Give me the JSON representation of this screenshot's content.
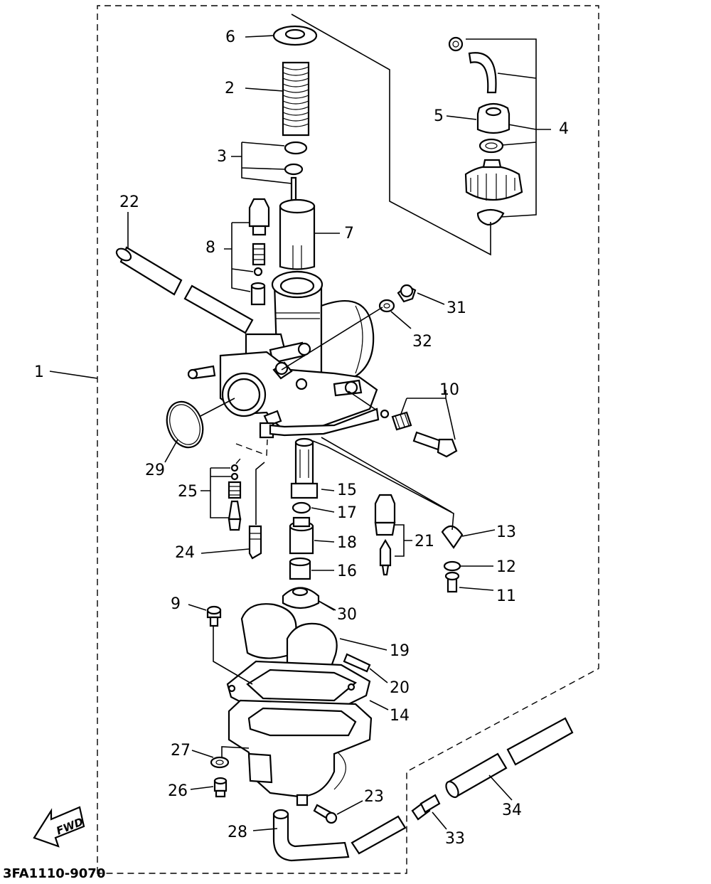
{
  "figure_code": "3FA1110-9070",
  "direction_label": "FWD",
  "callouts": [
    {
      "id": "c1",
      "label": "1"
    },
    {
      "id": "c2",
      "label": "2"
    },
    {
      "id": "c3",
      "label": "3"
    },
    {
      "id": "c4",
      "label": "4"
    },
    {
      "id": "c5",
      "label": "5"
    },
    {
      "id": "c6",
      "label": "6"
    },
    {
      "id": "c7",
      "label": "7"
    },
    {
      "id": "c8",
      "label": "8"
    },
    {
      "id": "c9",
      "label": "9"
    },
    {
      "id": "c10",
      "label": "10"
    },
    {
      "id": "c11",
      "label": "11"
    },
    {
      "id": "c12",
      "label": "12"
    },
    {
      "id": "c13",
      "label": "13"
    },
    {
      "id": "c14",
      "label": "14"
    },
    {
      "id": "c15",
      "label": "15"
    },
    {
      "id": "c16",
      "label": "16"
    },
    {
      "id": "c17",
      "label": "17"
    },
    {
      "id": "c18",
      "label": "18"
    },
    {
      "id": "c19",
      "label": "19"
    },
    {
      "id": "c20",
      "label": "20"
    },
    {
      "id": "c21",
      "label": "21"
    },
    {
      "id": "c22",
      "label": "22"
    },
    {
      "id": "c23",
      "label": "23"
    },
    {
      "id": "c24",
      "label": "24"
    },
    {
      "id": "c25",
      "label": "25"
    },
    {
      "id": "c26",
      "label": "26"
    },
    {
      "id": "c27",
      "label": "27"
    },
    {
      "id": "c28",
      "label": "28"
    },
    {
      "id": "c29",
      "label": "29"
    },
    {
      "id": "c30",
      "label": "30"
    },
    {
      "id": "c31",
      "label": "31"
    },
    {
      "id": "c32",
      "label": "32"
    },
    {
      "id": "c33",
      "label": "33"
    },
    {
      "id": "c34",
      "label": "34"
    }
  ]
}
